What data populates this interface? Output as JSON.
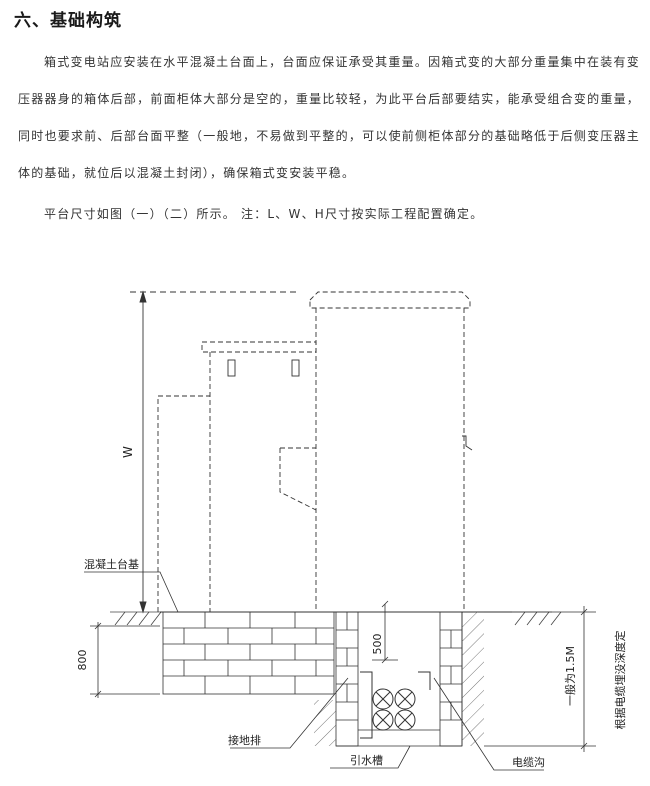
{
  "section": {
    "title": "六、基础构筑",
    "paragraph_1": "箱式变电站应安装在水平混凝土台面上，台面应保证承受其重量。因箱式变的大部分重量集中在装有变压器器身的箱体后部，前面柜体大部分是空的，重量比较轻，为此平台后部要结实，能承受组合变的重量，同时也要求前、后部台面平整（一般地，不易做到平整的，可以使前侧柜体部分的基础略低于后侧变压器主体的基础，就位后以混凝土封闭），确保箱式变安装平稳。",
    "paragraph_2": "平台尺寸如图（一）（二）所示。 注：L、W、H尺寸按实际工程配置确定。"
  },
  "diagram": {
    "label_w": "W",
    "label_concrete_base": "混凝土台基",
    "label_800": "800",
    "label_500": "500",
    "label_depth_general": "一般为1.5M",
    "label_depth_rule": "根据电缆埋没深度定",
    "label_grounding": "接地排",
    "label_drain": "引水槽",
    "label_trench": "电缆沟"
  }
}
